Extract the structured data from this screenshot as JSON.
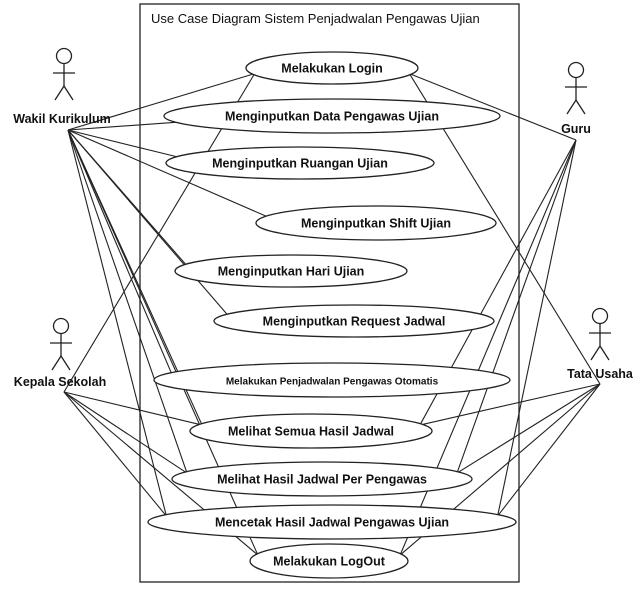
{
  "system": {
    "title": "Use Case Diagram Sistem Penjadwalan Pengawas Ujian"
  },
  "actors": [
    {
      "id": "wakil",
      "label": "Wakil Kurikulum"
    },
    {
      "id": "guru",
      "label": "Guru"
    },
    {
      "id": "kepala",
      "label": "Kepala Sekolah"
    },
    {
      "id": "tata",
      "label": "Tata Usaha"
    }
  ],
  "use_cases": [
    {
      "id": "login",
      "label": "Melakukan Login"
    },
    {
      "id": "data_pengawas",
      "label": "Menginputkan Data Pengawas Ujian"
    },
    {
      "id": "ruangan",
      "label": "Menginputkan Ruangan Ujian"
    },
    {
      "id": "shift",
      "label": "Menginputkan Shift Ujian"
    },
    {
      "id": "hari",
      "label": "Menginputkan Hari Ujian"
    },
    {
      "id": "request",
      "label": "Menginputkan Request Jadwal"
    },
    {
      "id": "otomatis",
      "label": "Melakukan Penjadwalan Pengawas Otomatis"
    },
    {
      "id": "semua_hasil",
      "label": "Melihat Semua Hasil Jadwal"
    },
    {
      "id": "per_pengawas",
      "label": "Melihat Hasil Jadwal Per Pengawas"
    },
    {
      "id": "cetak",
      "label": "Mencetak Hasil Jadwal Pengawas Ujian"
    },
    {
      "id": "logout",
      "label": "Melakukan LogOut"
    }
  ],
  "associations": [
    [
      "wakil",
      "login"
    ],
    [
      "wakil",
      "data_pengawas"
    ],
    [
      "wakil",
      "ruangan"
    ],
    [
      "wakil",
      "shift"
    ],
    [
      "wakil",
      "hari"
    ],
    [
      "wakil",
      "request"
    ],
    [
      "wakil",
      "otomatis"
    ],
    [
      "wakil",
      "semua_hasil"
    ],
    [
      "wakil",
      "per_pengawas"
    ],
    [
      "wakil",
      "cetak"
    ],
    [
      "wakil",
      "logout"
    ],
    [
      "kepala",
      "login"
    ],
    [
      "kepala",
      "semua_hasil"
    ],
    [
      "kepala",
      "per_pengawas"
    ],
    [
      "kepala",
      "cetak"
    ],
    [
      "kepala",
      "logout"
    ],
    [
      "guru",
      "login"
    ],
    [
      "guru",
      "semua_hasil"
    ],
    [
      "guru",
      "per_pengawas"
    ],
    [
      "guru",
      "cetak"
    ],
    [
      "guru",
      "logout"
    ],
    [
      "tata",
      "login"
    ],
    [
      "tata",
      "semua_hasil"
    ],
    [
      "tata",
      "per_pengawas"
    ],
    [
      "tata",
      "cetak"
    ],
    [
      "tata",
      "logout"
    ]
  ]
}
